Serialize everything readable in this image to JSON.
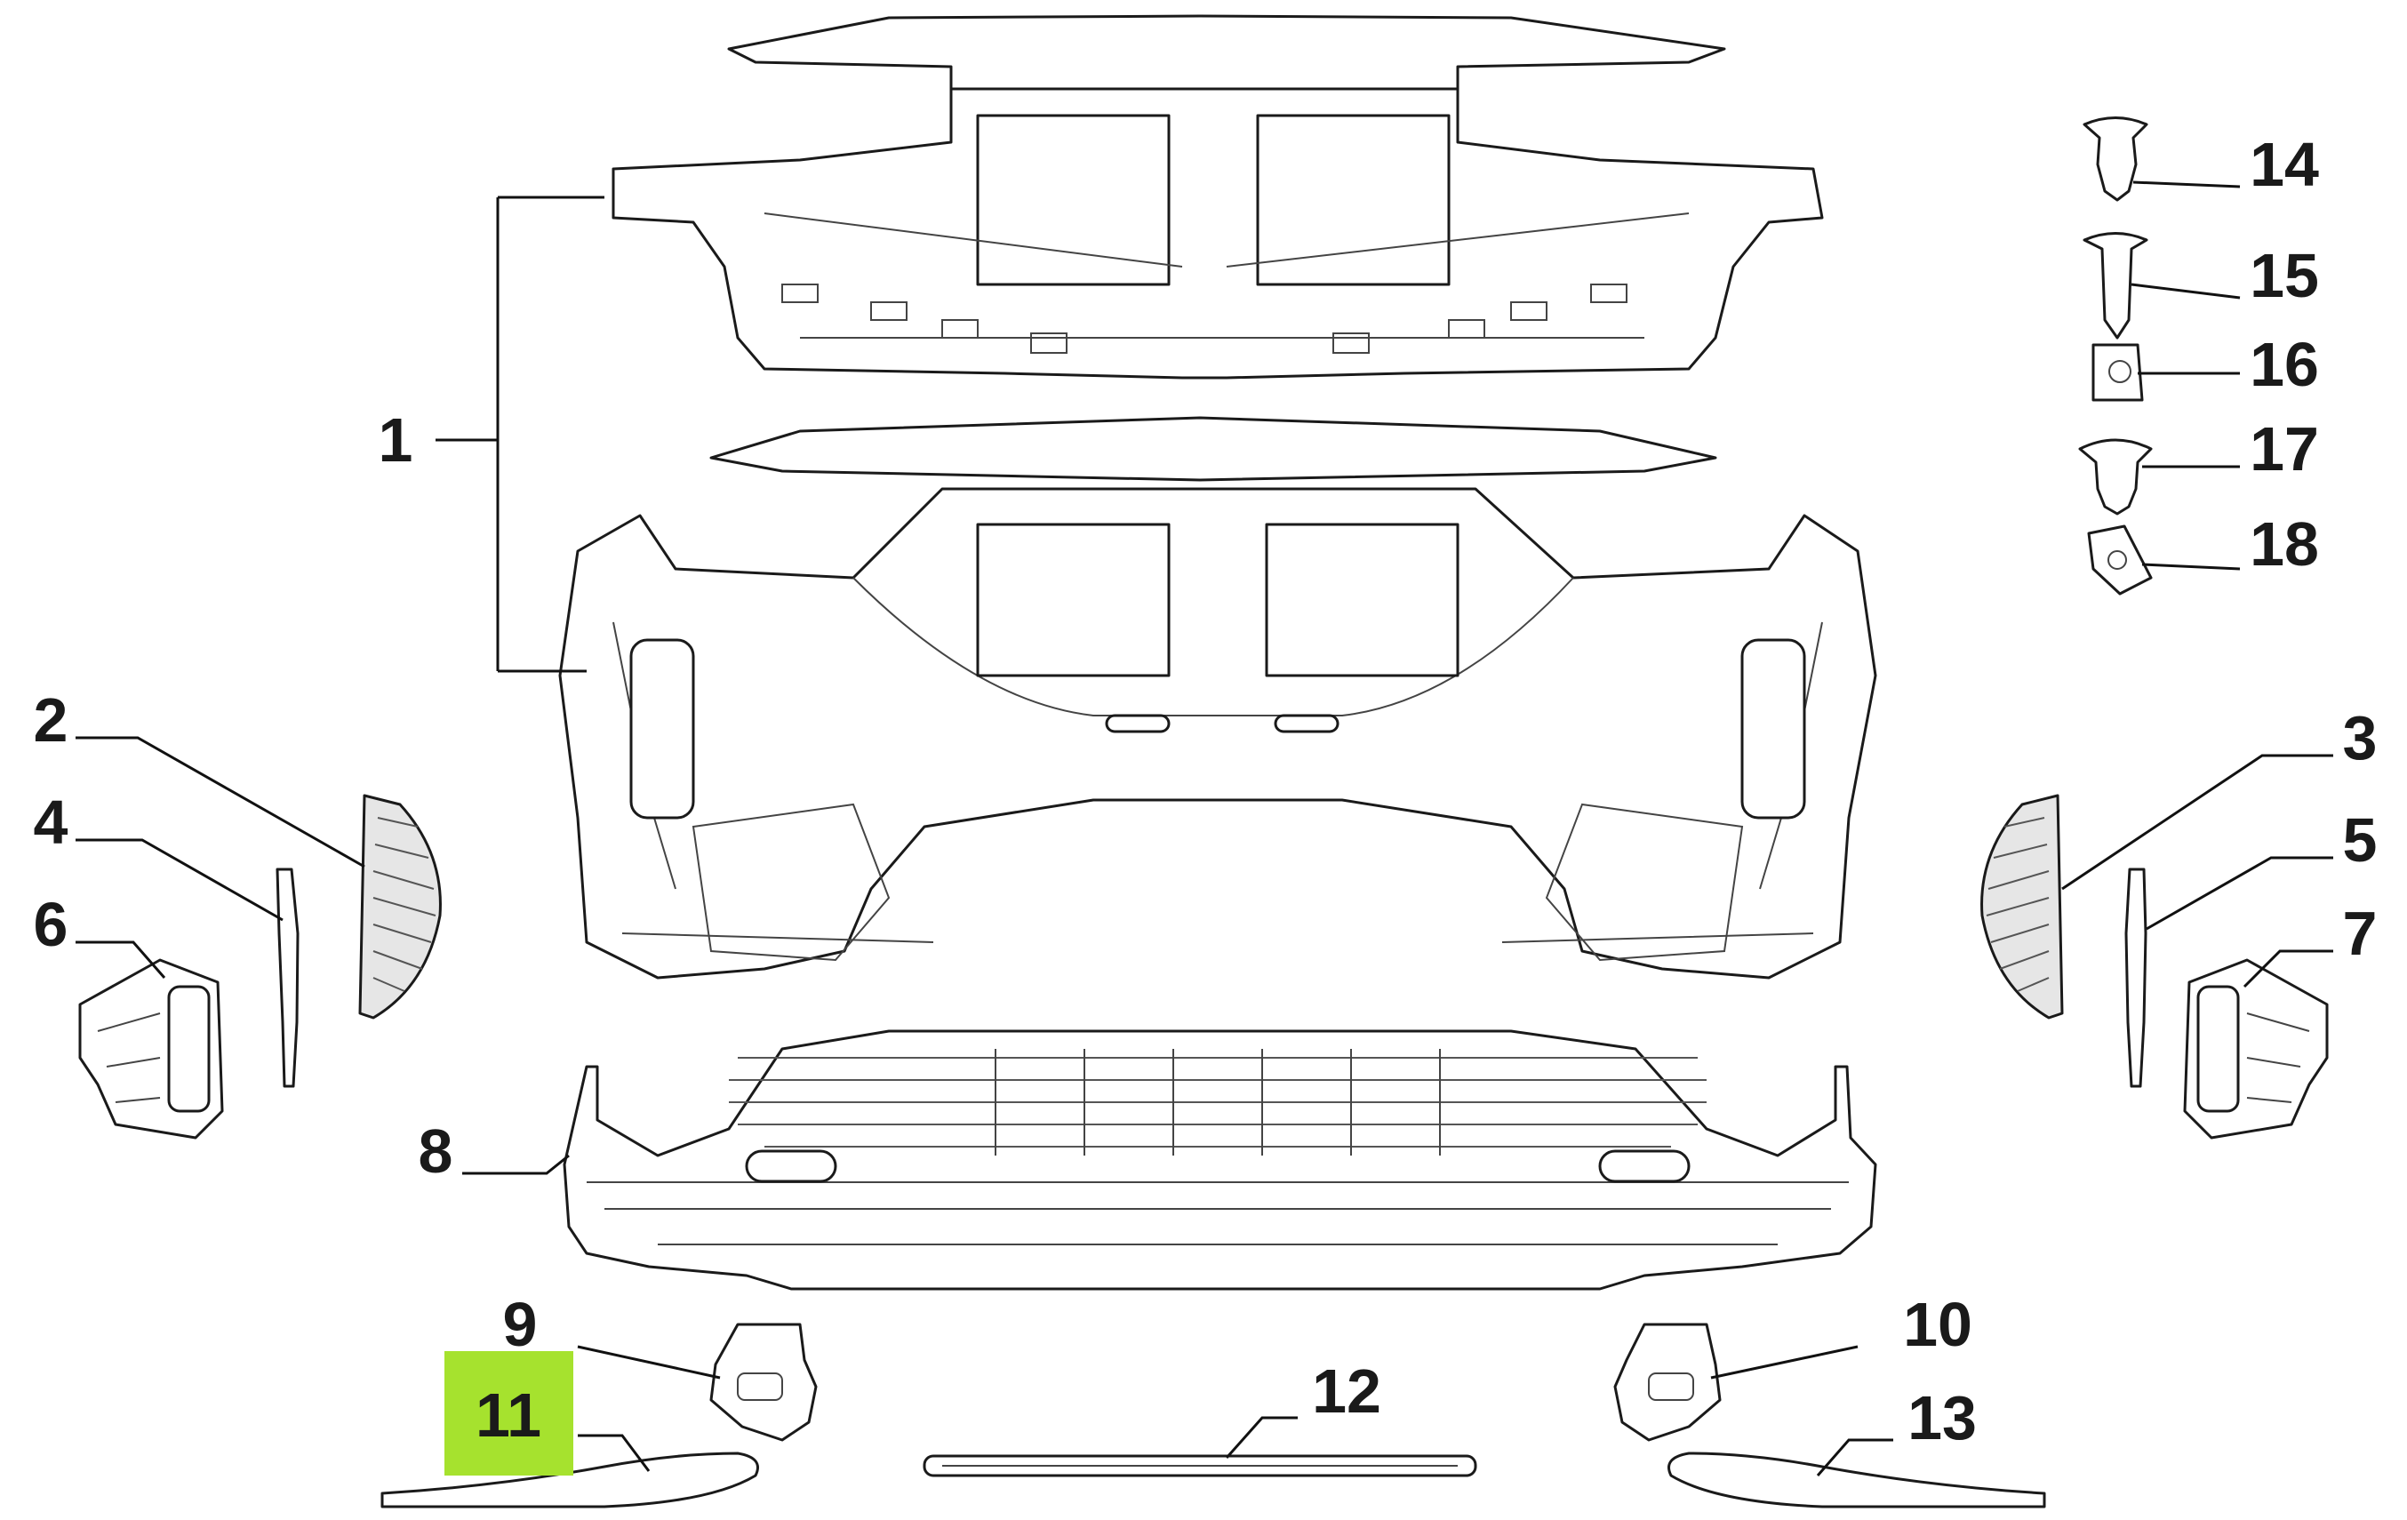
{
  "highlight_color": "#a6e22e",
  "callouts": {
    "c1": "1",
    "c2": "2",
    "c3": "3",
    "c4": "4",
    "c5": "5",
    "c6": "6",
    "c7": "7",
    "c8": "8",
    "c9": "9",
    "c10": "10",
    "c11": "11",
    "c12": "12",
    "c13": "13",
    "c14": "14",
    "c15": "15",
    "c16": "16",
    "c17": "17",
    "c18": "18"
  },
  "highlighted_callout": "11"
}
